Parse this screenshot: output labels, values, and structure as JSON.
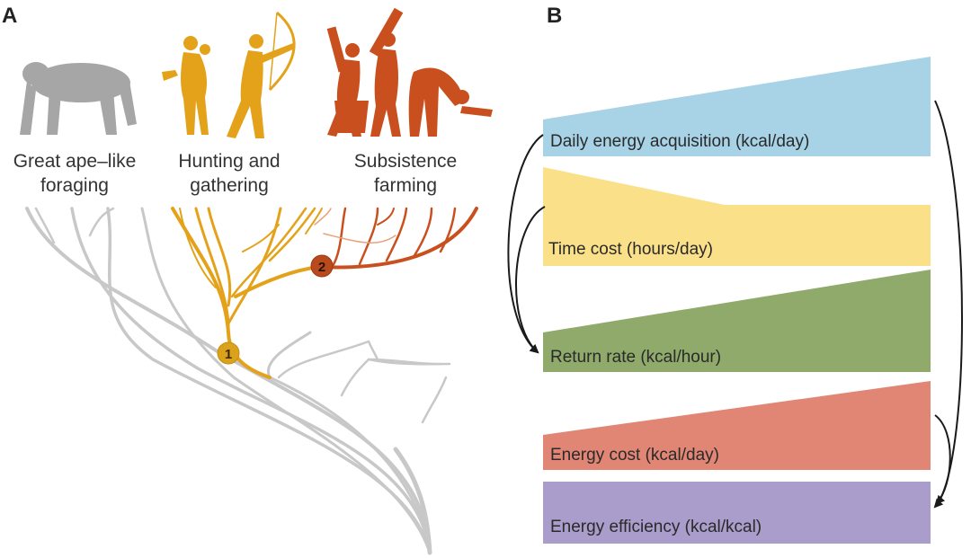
{
  "panels": {
    "a": "A",
    "b": "B"
  },
  "categories": {
    "ape": [
      "Great ape–like",
      "foraging"
    ],
    "hunt": [
      "Hunting and",
      "gathering"
    ],
    "farm": [
      "Subsistence",
      "farming"
    ]
  },
  "nodes": {
    "one": "1",
    "two": "2"
  },
  "bands": {
    "daily": "Daily energy acquisition (kcal/day)",
    "time": "Time cost (hours/day)",
    "return": "Return rate (kcal/hour)",
    "energy": "Energy cost (kcal/day)",
    "efficiency": "Energy efficiency (kcal/kcal)"
  },
  "colors": {
    "gray": "#c8c8c8",
    "hunt": "#e3a21a",
    "farm": "#c9501e",
    "daily": "#a8d3e6",
    "time": "#fbe08a",
    "return": "#8faa6b",
    "energy": "#e18675",
    "efficiency": "#aa9ccb"
  }
}
